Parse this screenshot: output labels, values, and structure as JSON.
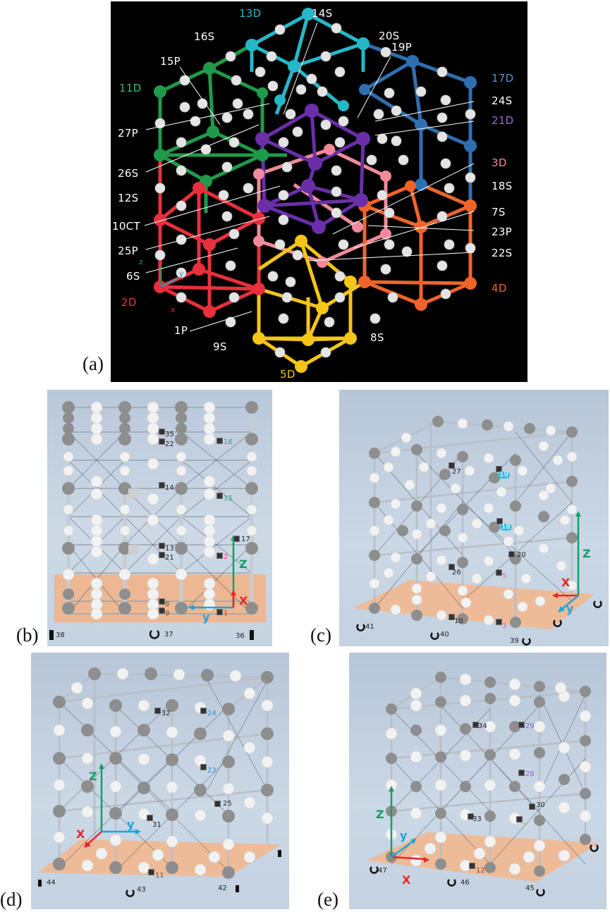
{
  "figure": {
    "panels": [
      {
        "id": "a",
        "letter": "(a)"
      },
      {
        "id": "b",
        "letter": "(b)"
      },
      {
        "id": "c",
        "letter": "(c)"
      },
      {
        "id": "d",
        "letter": "(d)"
      },
      {
        "id": "e",
        "letter": "(e)"
      }
    ]
  },
  "panel_a": {
    "background": "#000000",
    "colors": {
      "red": "#e8303c",
      "pink": "#f08a9a",
      "orange": "#f0642a",
      "yellow": "#f5c518",
      "green": "#1f9a4a",
      "cyan": "#26b8c8",
      "blue": "#2f6fb0",
      "purple": "#6a2fa8",
      "node_white": "#e6e6e6"
    },
    "labels": {
      "l13D": "13D",
      "l14S": "14S",
      "l16S": "16S",
      "l20S": "20S",
      "l19P": "19P",
      "l15P": "15P",
      "l11D": "11D",
      "l17D": "17D",
      "l24S": "24S",
      "l21D": "21D",
      "l27P": "27P",
      "l26S": "26S",
      "l3D": "3D",
      "l18S": "18S",
      "l12S": "12S",
      "l10CT": "10CT",
      "l7S": "7S",
      "l23P": "23P",
      "l25P": "25P",
      "l22S": "22S",
      "l6S": "6S",
      "l2D": "2D",
      "l4D": "4D",
      "l1P": "1P",
      "l9S": "9S",
      "l8S": "8S",
      "l5D": "5D"
    },
    "axes": {
      "x": "x",
      "y": "y",
      "z": "z"
    }
  },
  "panel_b": {
    "sensor_labels": {
      "s35": "35",
      "s22": "22",
      "s16": "16",
      "s14": "14",
      "s15": "15",
      "s17": "17",
      "s13": "13",
      "s21": "21",
      "s2": "2",
      "s8": "8",
      "s9": "9",
      "s1": "1"
    },
    "wheel_labels": {
      "w38": "38",
      "w37": "37",
      "w36": "36"
    },
    "axes": {
      "x": "X",
      "y": "y",
      "z": "Z"
    }
  },
  "panel_c": {
    "sensor_labels": {
      "s27": "27",
      "s19": "19",
      "s18": "18",
      "s20": "20",
      "s26": "26",
      "s5": "5",
      "s10": "10",
      "s3": "3"
    },
    "wheel_labels": {
      "w41": "41",
      "w40": "40",
      "w39": "39"
    },
    "axes": {
      "x": "X",
      "y": "y",
      "z": "Z"
    }
  },
  "panel_d": {
    "sensor_labels": {
      "s32": "32",
      "s24": "24",
      "s23": "23",
      "s25": "25",
      "s31": "31",
      "s11": "11"
    },
    "wheel_labels": {
      "w44": "44",
      "w43": "43",
      "w42": "42"
    },
    "axes": {
      "x": "X",
      "y": "y",
      "z": "Z"
    }
  },
  "panel_e": {
    "sensor_labels": {
      "s34": "34",
      "s29": "29",
      "s28": "28",
      "s30": "30",
      "s33": "33",
      "s7": "7",
      "s12": "12"
    },
    "wheel_labels": {
      "w47": "47",
      "w46": "46",
      "w45": "45"
    },
    "axes": {
      "x": "X",
      "y": "y",
      "z": "Z"
    }
  },
  "axis_colors": {
    "x": "#e82626",
    "y": "#1fa3dc",
    "z": "#14a064"
  }
}
